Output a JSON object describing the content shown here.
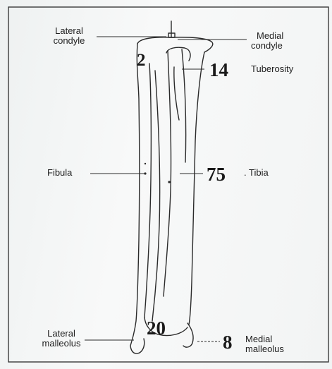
{
  "labels": {
    "lateral_condyle": [
      "Lateral",
      "condyle"
    ],
    "medial_condyle": [
      "Medial",
      "condyle"
    ],
    "tuberosity": "Tuberosity",
    "fibula": "Fibula",
    "tibia": ". Tibia",
    "lateral_malleolus": [
      "Lateral",
      "malleolus"
    ],
    "medial_malleolus": [
      "Medial",
      "malleolus"
    ]
  },
  "numbers": {
    "lateral_condyle_value": "2",
    "tuberosity_value": "14",
    "shaft_value": "75",
    "lateral_malleolus_value": "20",
    "medial_malleolus_value": "8"
  },
  "colors": {
    "line": "#2a2a2a",
    "text": "#1e1e1e",
    "background": "#f4f6f6"
  }
}
